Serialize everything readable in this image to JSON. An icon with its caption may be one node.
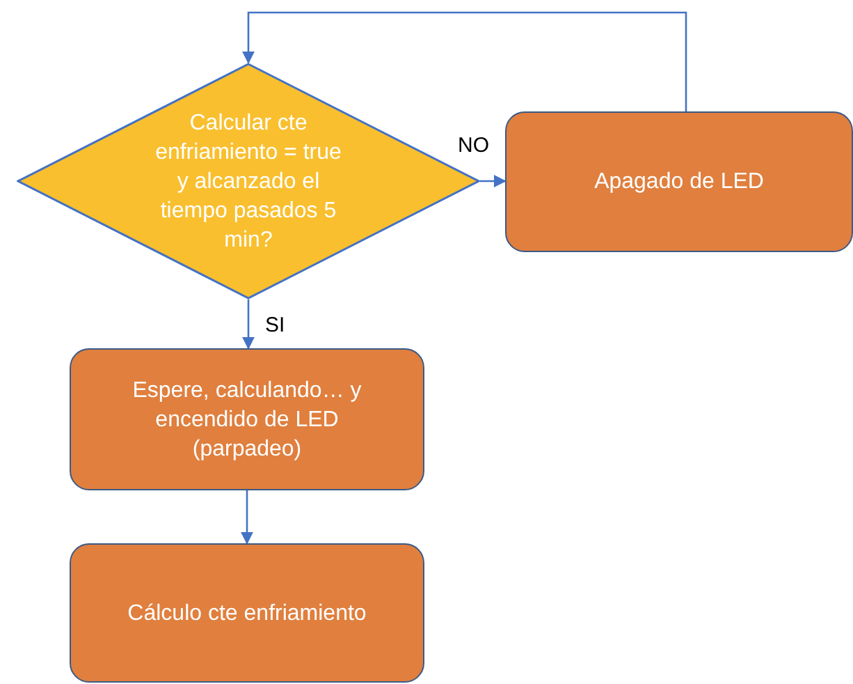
{
  "diagram": {
    "nodes": [
      {
        "text": [
          "Calcular cte enfriamiento = true y alcanzado el tiempo pasados 5 min?"
        ]
      },
      {
        "text": [
          "Apagado de LED"
        ]
      },
      {
        "text": [
          "Espere, calculando… y encendido de LED (parpadeo)"
        ]
      },
      {
        "text": [
          "Cálculo cte enfriamiento"
        ]
      }
    ],
    "edges": [
      {
        "from": 0,
        "to": 1,
        "arrow": "to",
        "label": "NO"
      },
      {
        "from": 1,
        "to": 0,
        "arrow": "to"
      },
      {
        "from": 0,
        "to": 2,
        "arrow": "to",
        "label": "SI"
      },
      {
        "from": 2,
        "to": 3,
        "arrow": "to"
      }
    ]
  }
}
